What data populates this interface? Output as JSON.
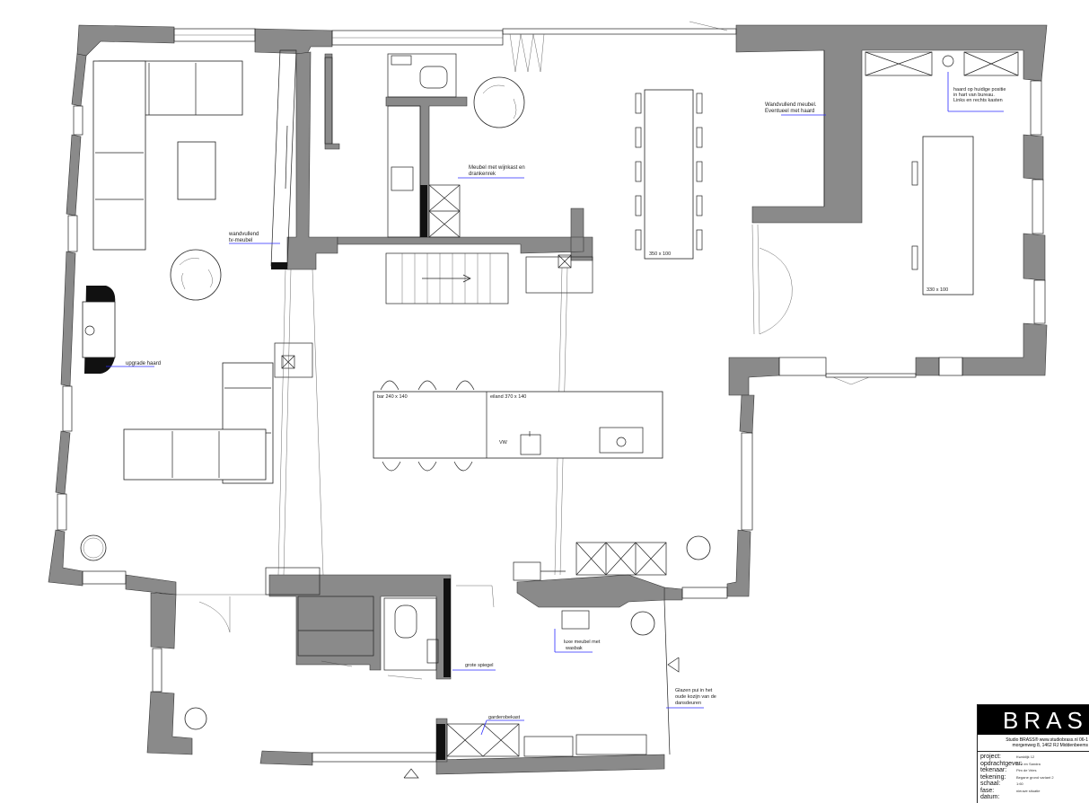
{
  "labels": {
    "tv_meubel_1": "wandvullend",
    "tv_meubel_2": "tv-meubel",
    "haard": "upgrade haard",
    "wijnkast_1": "Meubel met wijnkast en",
    "wijnkast_2": "drankenrek",
    "tafel": "350 x 100",
    "wandmeubel_1": "Wandvullend meubel.",
    "wandmeubel_2": "Eventueel met haard",
    "haard_bureau_1": "haard op huidige positie",
    "haard_bureau_2": "in hart van bureau.",
    "haard_bureau_3": "Links en rechts kasten",
    "bureau": "330 x 100",
    "bar": "bar 240 x 140",
    "eiland": "eiland 370 x 140",
    "vw": "VW",
    "wasbak_1": "luxe meubel met",
    "wasbak_2": "wasbak",
    "spiegel": "grote spiegel",
    "glazen_pui_1": "Glazen pui in het",
    "glazen_pui_2": "oude kozijn van de",
    "glazen_pui_3": "dansdeuren",
    "garderobe": "garderobekast"
  },
  "titleblock": {
    "logo": "BRASS",
    "company_1": "Studio BRASS® www.studiobrass.nl 06-1",
    "company_2": "morgenweg 8, 1462 RJ Middenbeems",
    "rows": [
      {
        "key": "project:",
        "value": "Kwaldijk 12"
      },
      {
        "key": "opdrachtgever:",
        "value": "Bert en Sandra"
      },
      {
        "key": "tekenaar:",
        "value": "Pim de Vries"
      },
      {
        "key": "tekening:",
        "value": "Begane grond variant 2"
      },
      {
        "key": "schaal:",
        "value": "1:60"
      },
      {
        "key": "fase:",
        "value": "nieuwe situatie"
      },
      {
        "key": "datum:",
        "value": ""
      }
    ]
  }
}
